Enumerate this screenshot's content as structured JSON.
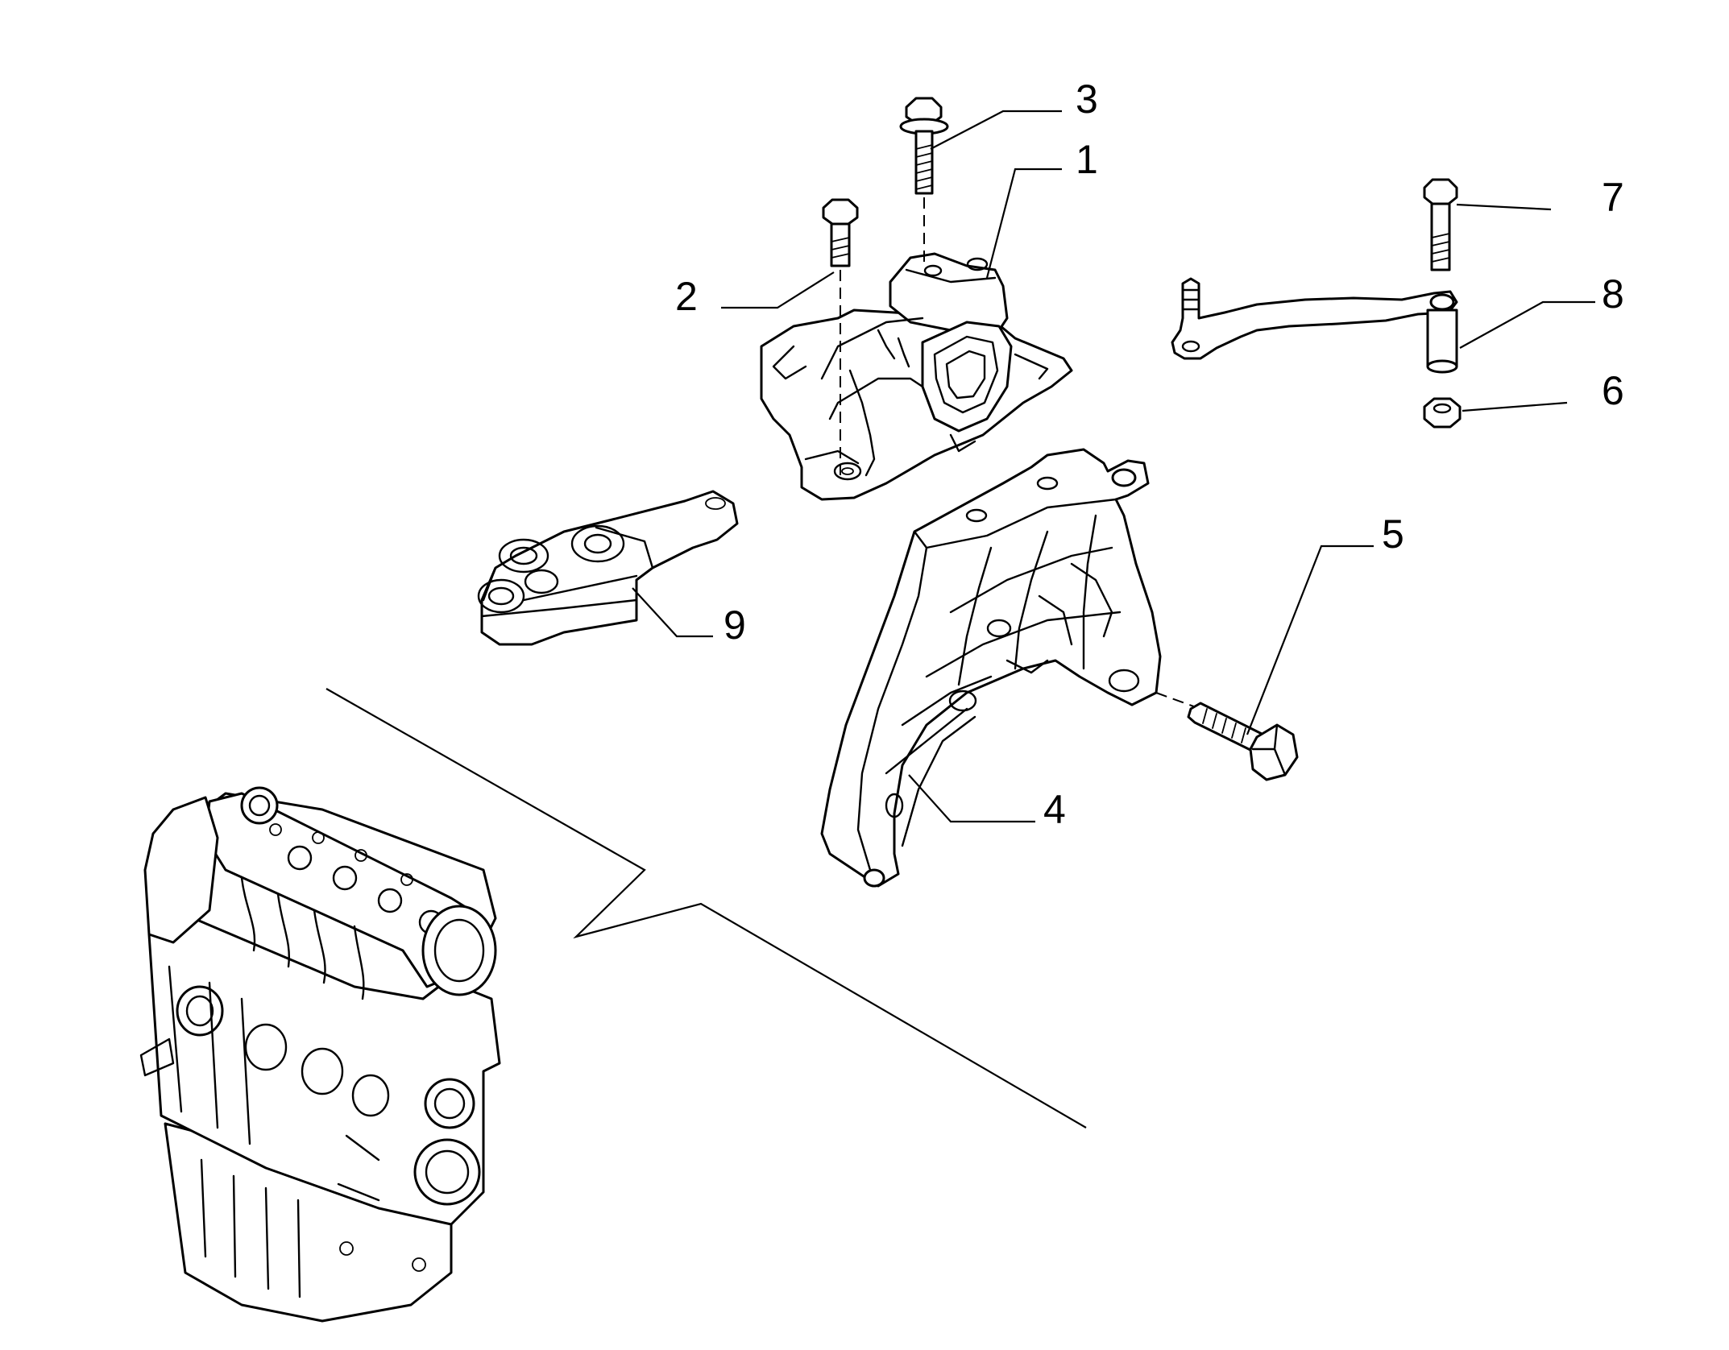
{
  "diagram": {
    "background_color": "#ffffff",
    "line_color": "#000000",
    "callouts": [
      {
        "id": "1",
        "label": "1"
      },
      {
        "id": "2",
        "label": "2"
      },
      {
        "id": "3",
        "label": "3"
      },
      {
        "id": "4",
        "label": "4"
      },
      {
        "id": "5",
        "label": "5"
      },
      {
        "id": "6",
        "label": "6"
      },
      {
        "id": "7",
        "label": "7"
      },
      {
        "id": "8",
        "label": "8"
      },
      {
        "id": "9",
        "label": "9"
      }
    ]
  }
}
